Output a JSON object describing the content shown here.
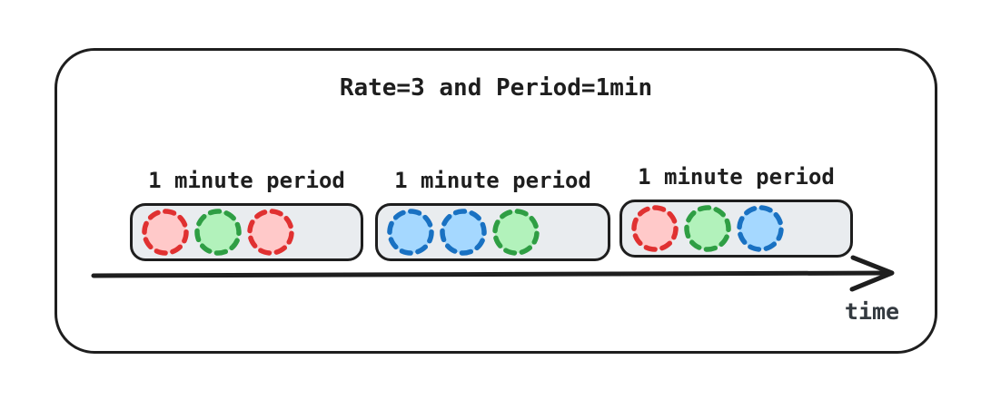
{
  "title": "Rate=3 and Period=1min",
  "axis": {
    "label": "time"
  },
  "periods": [
    {
      "label": "1 minute period",
      "tokens": [
        {
          "color": "red",
          "stroke": "#e03131",
          "fill": "#ffc9c9"
        },
        {
          "color": "green",
          "stroke": "#2f9e44",
          "fill": "#b2f2bb"
        },
        {
          "color": "red",
          "stroke": "#e03131",
          "fill": "#ffc9c9"
        }
      ]
    },
    {
      "label": "1 minute period",
      "tokens": [
        {
          "color": "blue",
          "stroke": "#1971c2",
          "fill": "#a5d8ff"
        },
        {
          "color": "blue",
          "stroke": "#1971c2",
          "fill": "#a5d8ff"
        },
        {
          "color": "green",
          "stroke": "#2f9e44",
          "fill": "#b2f2bb"
        }
      ]
    },
    {
      "label": "1 minute period",
      "tokens": [
        {
          "color": "red",
          "stroke": "#e03131",
          "fill": "#ffc9c9"
        },
        {
          "color": "green",
          "stroke": "#2f9e44",
          "fill": "#b2f2bb"
        },
        {
          "color": "blue",
          "stroke": "#1971c2",
          "fill": "#a5d8ff"
        }
      ]
    }
  ],
  "style_colors": {
    "outline": "#1e1e1e",
    "box_fill": "#e9ecef",
    "time_text": "#343a40"
  }
}
